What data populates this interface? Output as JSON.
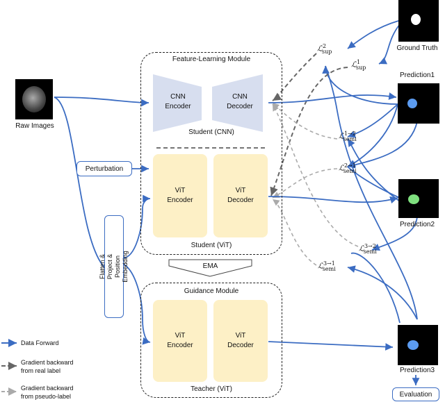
{
  "inputs": {
    "raw_images": "Raw Images",
    "perturbation": "Perturbation",
    "flatten_label": "Flatten & Project & Position Embedding"
  },
  "feature_module": {
    "title": "Feature-Learning Module",
    "cnn_encoder": "CNN\nEncoder",
    "cnn_decoder": "CNN\nDecoder",
    "student_cnn": "Student (CNN)",
    "vit_encoder": "ViT\nEncoder",
    "vit_decoder": "ViT\nDecoder",
    "student_vit": "Student (ViT)"
  },
  "ema": "EMA",
  "guidance_module": {
    "title": "Guidance Module",
    "vit_encoder": "ViT\nEncoder",
    "vit_decoder": "ViT\nDecoder",
    "teacher": "Teacher (ViT)"
  },
  "outputs": {
    "ground_truth": "Ground Truth",
    "prediction1": "Prediction1",
    "prediction2": "Prediction2",
    "prediction3": "Prediction3",
    "evaluation": "Evaluation"
  },
  "losses": {
    "sup2": {
      "base": "ℒ",
      "sup": "2",
      "sub": "sup"
    },
    "sup1": {
      "base": "ℒ",
      "sup": "1",
      "sub": "sup"
    },
    "semi12": {
      "base": "ℒ",
      "sup": "1→2",
      "sub": "semi"
    },
    "semi21": {
      "base": "ℒ",
      "sup": "2→1",
      "sub": "semi"
    },
    "semi32": {
      "base": "ℒ",
      "sup": "3→2",
      "sub": "semi"
    },
    "semi31": {
      "base": "ℒ",
      "sup": "3→1",
      "sub": "semi"
    }
  },
  "legend": {
    "forward": "Data Forward",
    "grad_real": "Gradient backward\nfrom real label",
    "grad_pseudo": "Gradient backward\nfrom pseudo-label"
  },
  "colors": {
    "forward": "#3b6cc2",
    "grad_real": "#666666",
    "grad_pseudo": "#aaaaaa",
    "cnn": "#d7deef",
    "vit": "#fdf0c6",
    "mask_gt": "#ffffff",
    "mask_p1": "#5b9bf0",
    "mask_p2": "#7fe07f",
    "mask_p3": "#5b9bf0"
  }
}
